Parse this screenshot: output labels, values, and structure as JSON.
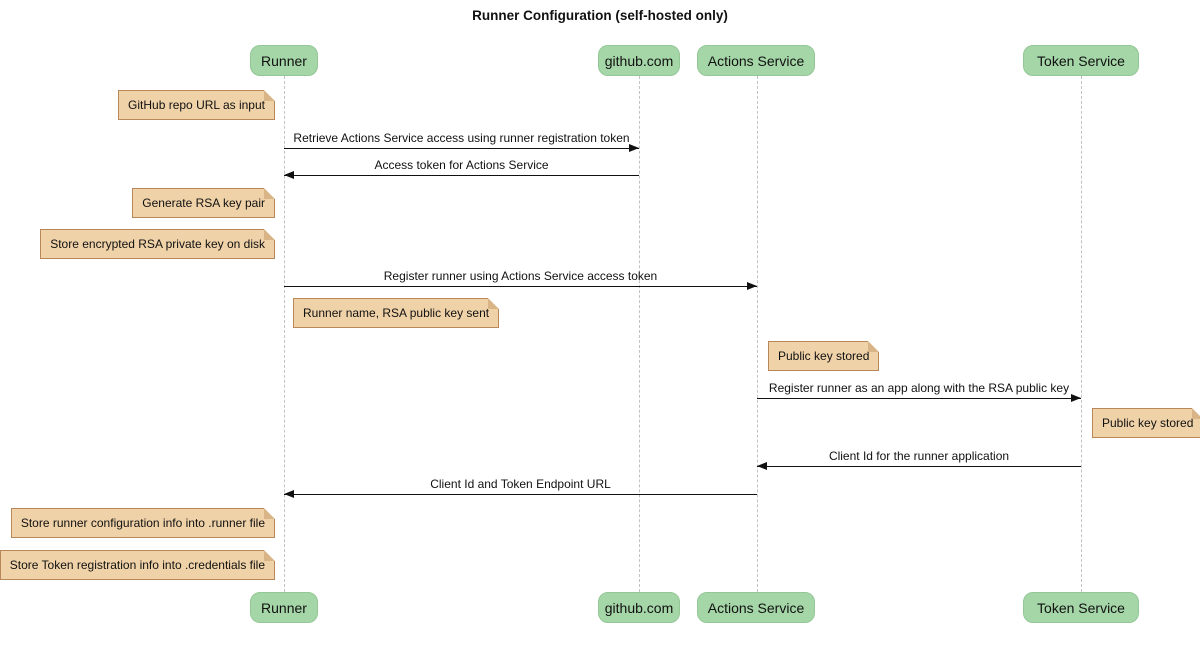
{
  "title": "Runner Configuration (self-hosted only)",
  "diagram_type": "sequence",
  "colors": {
    "participant_fill": "#a5d6a7",
    "participant_border": "#93c795",
    "note_fill": "#f0d2a8",
    "note_border": "#b8885a",
    "note_fold": "#d9b487",
    "lifeline": "#c2c2c2",
    "arrow": "#111111",
    "background": "#ffffff"
  },
  "participants": [
    {
      "id": "runner",
      "label": "Runner"
    },
    {
      "id": "github",
      "label": "github.com"
    },
    {
      "id": "actions",
      "label": "Actions Service"
    },
    {
      "id": "token",
      "label": "Token Service"
    }
  ],
  "messages": [
    {
      "from": "runner",
      "to": "github",
      "label": "Retrieve Actions Service access using runner registration token"
    },
    {
      "from": "github",
      "to": "runner",
      "label": "Access token for Actions Service"
    },
    {
      "from": "runner",
      "to": "actions",
      "label": "Register runner using Actions Service access token"
    },
    {
      "from": "actions",
      "to": "token",
      "label": "Register runner as an app along with the RSA public key"
    },
    {
      "from": "token",
      "to": "actions",
      "label": "Client Id for the runner application"
    },
    {
      "from": "actions",
      "to": "runner",
      "label": "Client Id and Token Endpoint URL"
    }
  ],
  "notes": [
    {
      "anchor": "runner",
      "side": "left",
      "label": "GitHub repo URL as input"
    },
    {
      "anchor": "runner",
      "side": "left",
      "label": "Generate RSA key pair"
    },
    {
      "anchor": "runner",
      "side": "left",
      "label": "Store encrypted RSA private key on disk"
    },
    {
      "anchor": "runner",
      "side": "right",
      "label": "Runner name, RSA public key sent"
    },
    {
      "anchor": "actions",
      "side": "right",
      "label": "Public key stored"
    },
    {
      "anchor": "token",
      "side": "right",
      "label": "Public key stored"
    },
    {
      "anchor": "runner",
      "side": "left",
      "label": "Store runner configuration info into .runner file"
    },
    {
      "anchor": "runner",
      "side": "left",
      "label": "Store Token registration info into .credentials file"
    }
  ]
}
